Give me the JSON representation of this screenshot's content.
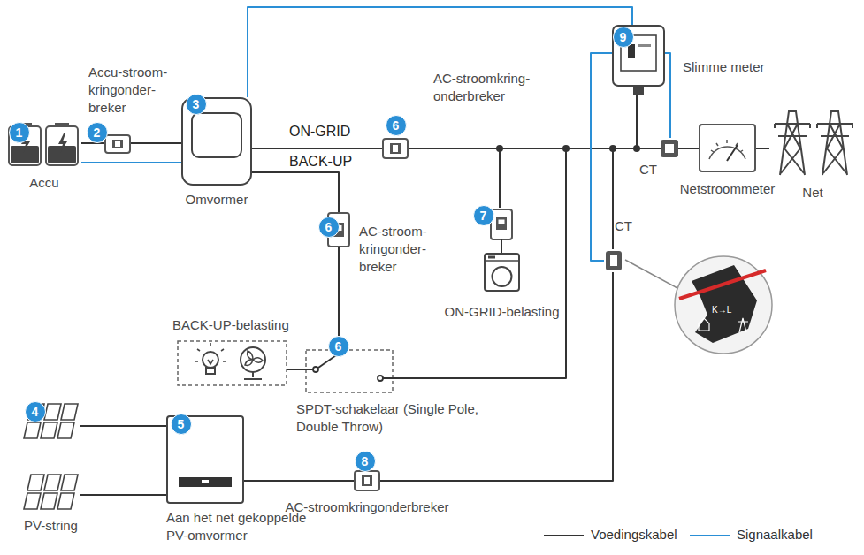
{
  "diagram": {
    "nodes": [
      {
        "text": [
          "Accu"
        ]
      },
      {
        "text": [
          "Accu-stroom- kringonder- breker"
        ]
      },
      {
        "text": [
          "Omvormer"
        ]
      },
      {
        "text": [
          "AC-stroomkring- onderbreker"
        ]
      },
      {
        "text": [
          "AC-stroom- kringonder- breker"
        ]
      },
      {
        "text": [
          "ON-GRID-belasting"
        ]
      },
      {
        "text": [
          "BACK-UP-belasting"
        ]
      },
      {
        "text": [
          "SPDT-schakelaar (Single Pole, Double Throw)"
        ]
      },
      {
        "text": [
          "PV-string"
        ]
      },
      {
        "text": [
          "Aan het net gekoppelde PV-omvormer"
        ]
      },
      {
        "text": [
          "AC-stroomkringonderbreker"
        ]
      },
      {
        "text": [
          "Slimme meter"
        ]
      },
      {
        "text": [
          "CT"
        ]
      },
      {
        "text": [
          "Netstroommeter"
        ]
      },
      {
        "text": [
          "Net"
        ]
      },
      {
        "text": [
          "CT"
        ]
      }
    ],
    "edges": [
      {
        "from": 0,
        "to": 1,
        "arrow": "none"
      },
      {
        "from": 1,
        "to": 2,
        "arrow": "none"
      },
      {
        "from": 0,
        "to": 2,
        "arrow": "none"
      },
      {
        "from": 2,
        "to": 3,
        "label": "ON-GRID",
        "arrow": "none"
      },
      {
        "from": 2,
        "to": 4,
        "label": "BACK-UP",
        "arrow": "none"
      },
      {
        "from": 4,
        "to": 7,
        "arrow": "none"
      },
      {
        "from": 7,
        "to": 6,
        "arrow": "none"
      },
      {
        "from": 3,
        "to": 5,
        "arrow": "none"
      },
      {
        "from": 3,
        "to": 7,
        "arrow": "none"
      },
      {
        "from": 3,
        "to": 11,
        "arrow": "none"
      },
      {
        "from": 3,
        "to": 13,
        "arrow": "none"
      },
      {
        "from": 13,
        "to": 14,
        "arrow": "none"
      },
      {
        "from": 8,
        "to": 9,
        "arrow": "none"
      },
      {
        "from": 9,
        "to": 10,
        "arrow": "none"
      },
      {
        "from": 10,
        "to": 15,
        "arrow": "none"
      },
      {
        "from": 15,
        "to": 13,
        "arrow": "none"
      },
      {
        "from": 2,
        "to": 11,
        "arrow": "none"
      },
      {
        "from": 15,
        "to": 11,
        "arrow": "none"
      },
      {
        "from": 12,
        "to": 11,
        "arrow": "none"
      }
    ],
    "labels": [
      "1",
      "2",
      "3",
      "6",
      "6",
      "6",
      "7",
      "4",
      "5",
      "8",
      "9",
      "K→L"
    ],
    "legend": [
      {
        "text": "Voedingskabel"
      },
      {
        "text": "Signaalkabel"
      }
    ]
  }
}
